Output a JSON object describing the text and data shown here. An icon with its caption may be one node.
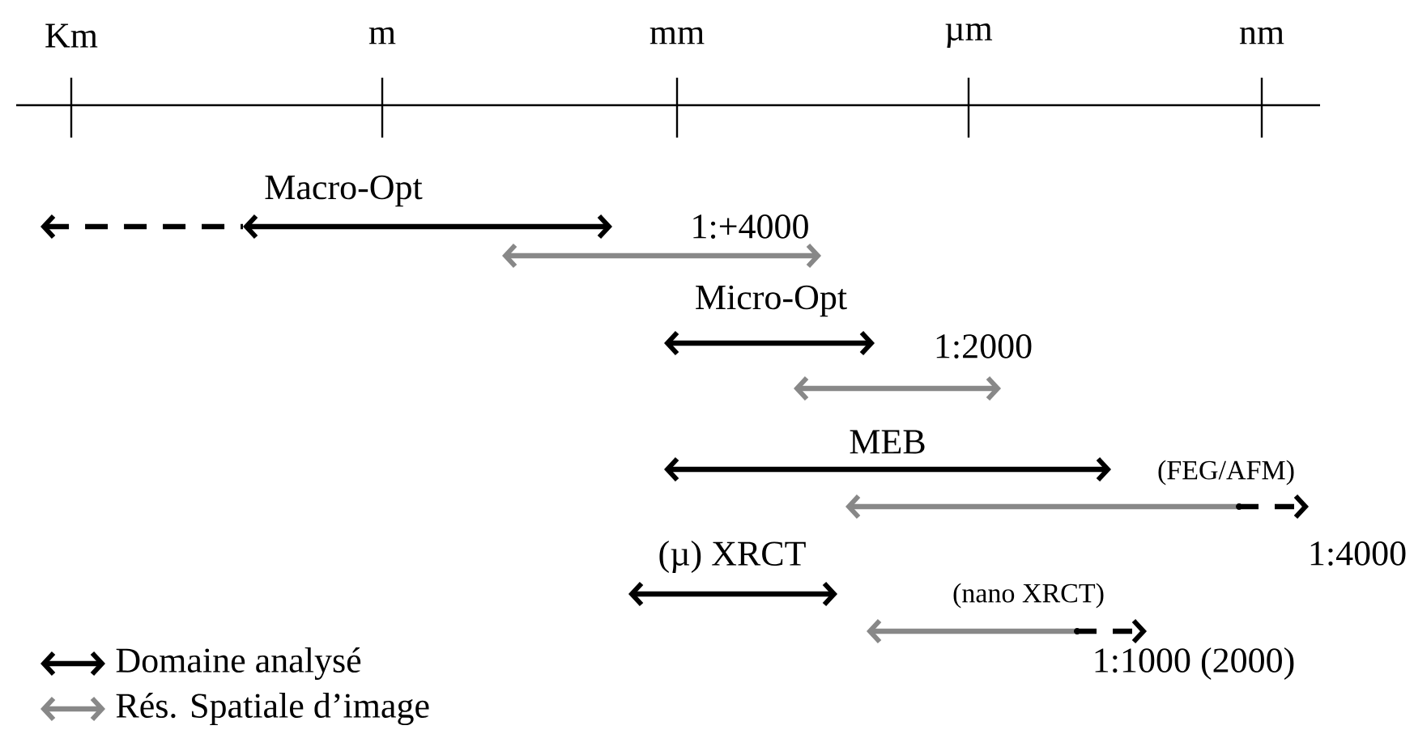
{
  "diagram": {
    "labels": [
      "Km",
      "m",
      "mm",
      "µm",
      "nm",
      "Macro-Opt",
      "1:+4000",
      "Micro-Opt",
      "1:2000",
      "MEB",
      "(FEG/AFM)",
      "1:4000",
      "(µ) XRCT",
      "(nano XRCT)",
      "1:1000 (2000)"
    ],
    "legend": [
      {
        "text": "Domaine analysé"
      },
      {
        "text": "Rés. Spatiale d’image"
      }
    ]
  }
}
